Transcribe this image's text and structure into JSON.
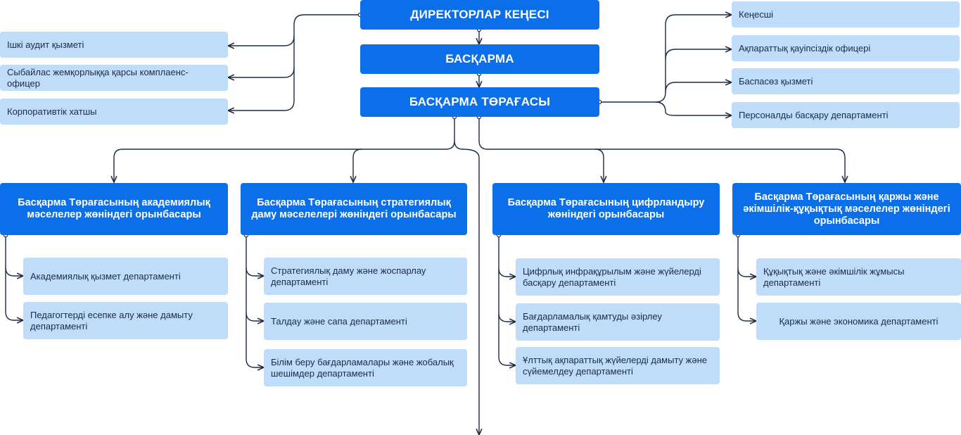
{
  "top_chain": {
    "board_of_directors": "ДИРЕКТОРЛАР КЕҢЕСІ",
    "management_board": "БАСҚАРМА",
    "chairman": "БАСҚАРМА ТӨРАҒАСЫ"
  },
  "left_units": [
    "Ішкі аудит қызметі",
    "Сыбайлас жемқорлыққа қарсы комплаенс-офицер",
    "Корпоративтік хатшы"
  ],
  "right_units": [
    "Кеңесші",
    "Ақпараттық қауіпсіздік офицері",
    "Баспасөз қызметі",
    "Персоналды басқару департаменті"
  ],
  "deputies": [
    {
      "title": "Басқарма Төрағасының академиялық мәселелер жөніндегі орынбасары",
      "departments": [
        "Академиялық қызмет департаменті",
        "Педагогтерді есепке алу және дамыту департаменті"
      ]
    },
    {
      "title": "Басқарма Төрағасының стратегиялық даму мәселелері жөніндегі орынбасары",
      "departments": [
        "Стратегиялық даму және жоспарлау департаменті",
        "Талдау және сапа департаменті",
        "Білім беру бағдарламалары және жобалық шешімдер департаменті"
      ]
    },
    {
      "title": "Басқарма Төрағасының цифрландыру жөніндегі орынбасары",
      "departments": [
        "Цифрлық инфрақұрылым және жүйелерді басқару департаменті",
        "Бағдарламалық қамтуды әзірлеу департаменті",
        "Ұлттық ақпараттық жүйелерді дамыту және сүйемелдеу департаменті"
      ]
    },
    {
      "title": "Басқарма Төрағасының қаржы және әкімшілік-құқықтық мәселелер жөніндегі орынбасары",
      "departments": [
        "Құқықтық және әкімшілік жұмысы департаменті",
        "Қаржы және экономика департаменті"
      ]
    }
  ],
  "colors": {
    "primary_box": "#0b6fea",
    "secondary_box": "#bfdcfb",
    "connector": "#1d2b44"
  }
}
